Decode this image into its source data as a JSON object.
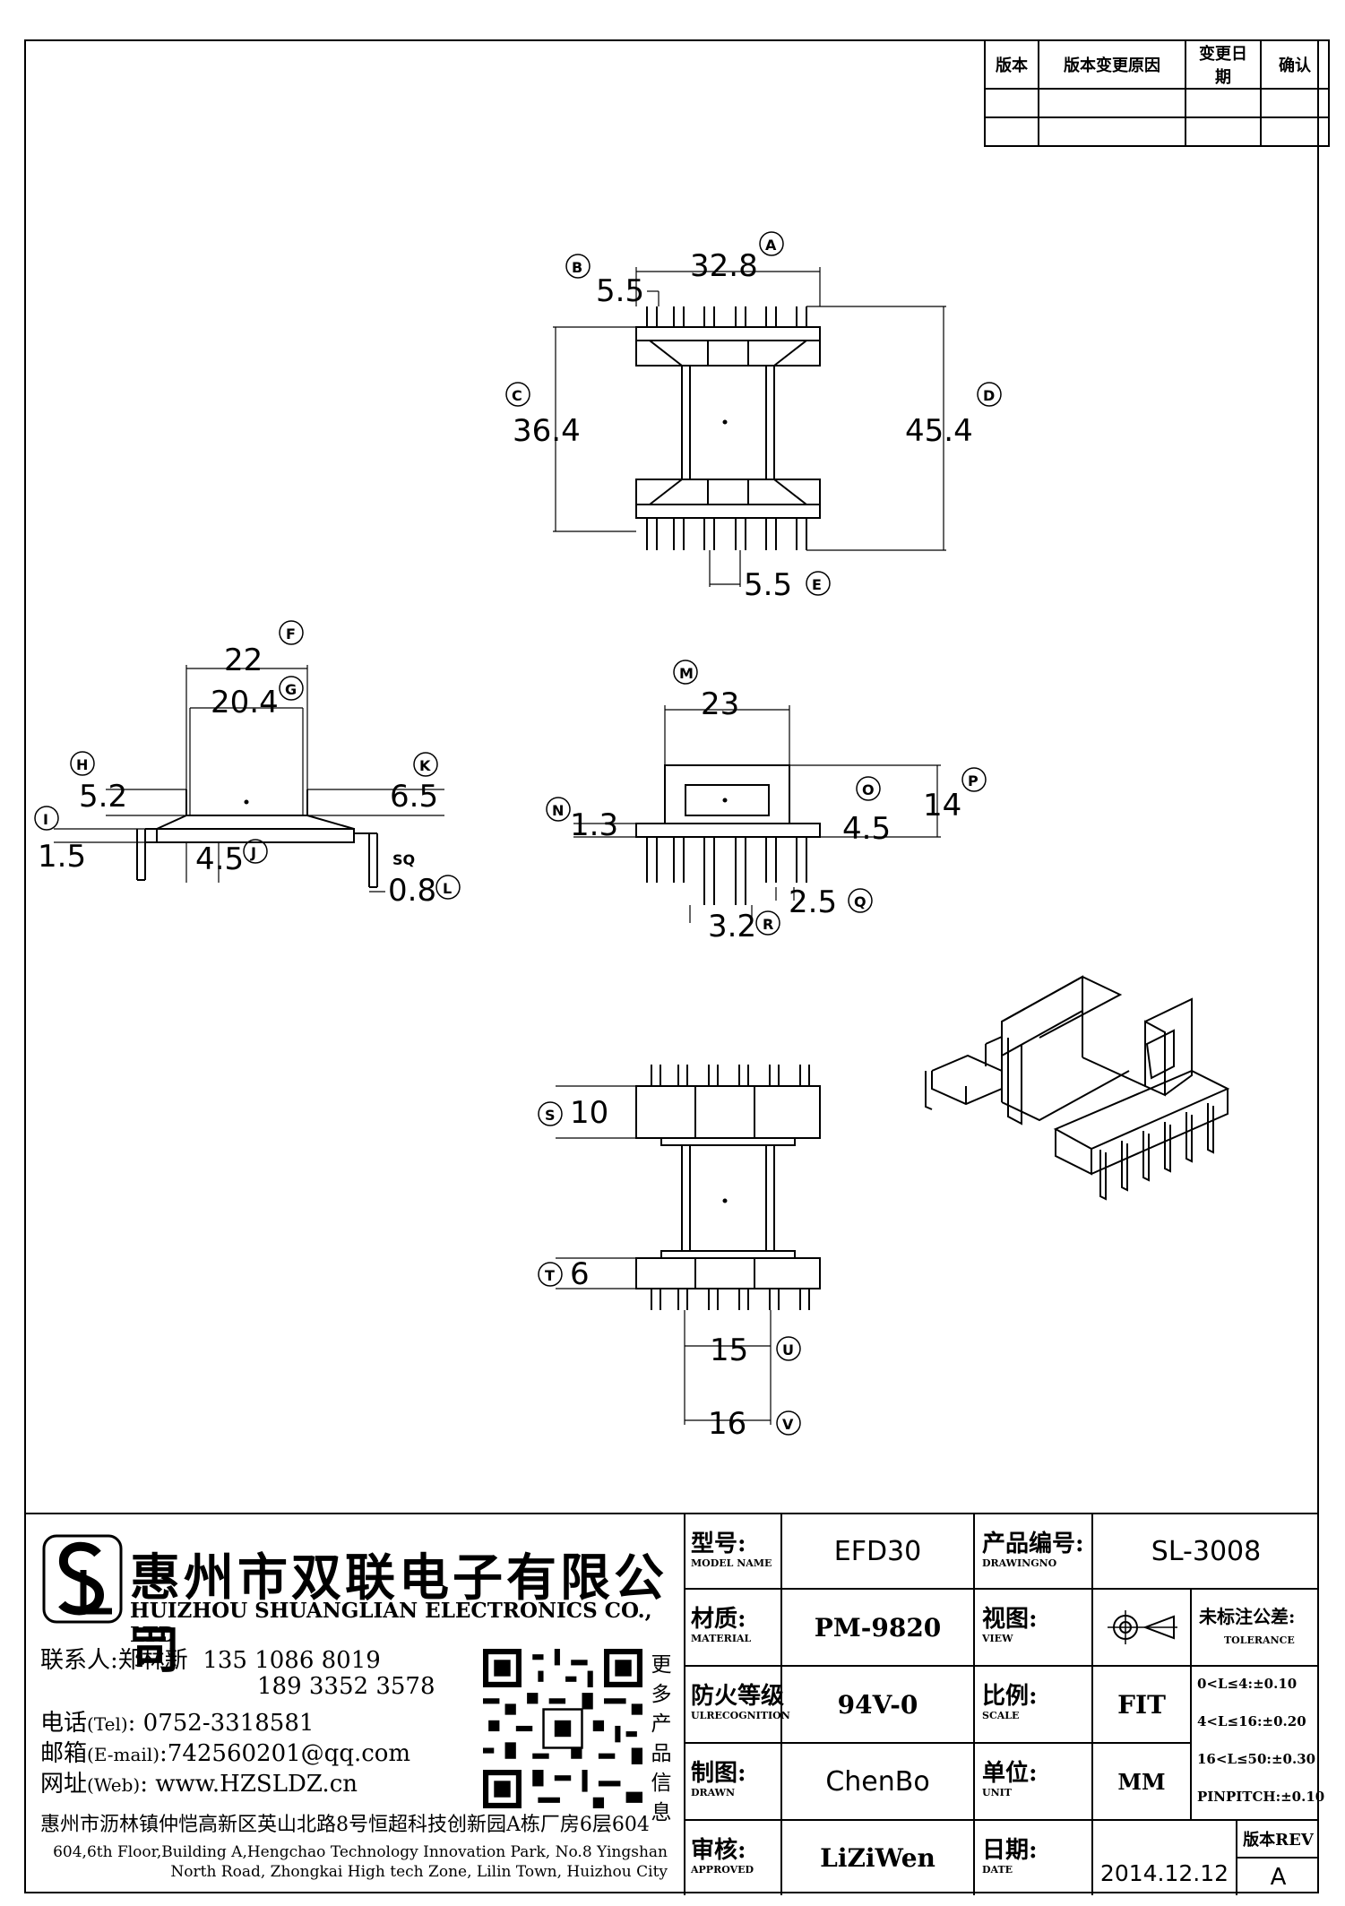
{
  "revision_table": {
    "headers": [
      "版本",
      "版本变更原因",
      "变更日期",
      "确认"
    ]
  },
  "dimensions": {
    "top_view": {
      "A_label": "A",
      "A": "32.8",
      "B_label": "B",
      "B": "5.5",
      "C_label": "C",
      "C": "36.4",
      "D_label": "D",
      "D": "45.4",
      "E_label": "E",
      "E": "5.5"
    },
    "side_view": {
      "F_label": "F",
      "F": "22",
      "G_label": "G",
      "G": "20.4",
      "H_label": "H",
      "H": "5.2",
      "K_label": "K",
      "K": "6.5",
      "I_label": "I",
      "I": "1.5",
      "J_label": "J",
      "J": "4.5",
      "L_label": "L",
      "L": "0.8",
      "sq": "SQ"
    },
    "front_view": {
      "M_label": "M",
      "M": "23",
      "N_label": "N",
      "N": "1.3",
      "O_label": "O",
      "O": "4.5",
      "P_label": "P",
      "P": "14",
      "Q_label": "Q",
      "Q": "2.5",
      "R_label": "R",
      "R": "3.2"
    },
    "bottom_view": {
      "S_label": "S",
      "S": "10",
      "T_label": "T",
      "T": "6",
      "U_label": "U",
      "U": "15",
      "V_label": "V",
      "V": "16"
    }
  },
  "company": {
    "name_cn": "惠州市双联电子有限公司",
    "name_en": "HUIZHOU SHUANGLIAN ELECTRONICS CO., LTD",
    "contact_label": "联系人:",
    "contact_person": "郑林新",
    "phone1": "135 1086 8019",
    "phone2": "189 3352 3578",
    "tel_label": "电话",
    "tel_sub": "(Tel)",
    "tel": ": 0752-3318581",
    "email_label": "邮箱",
    "email_sub": "(E-mail)",
    "email": ":742560201@qq.com",
    "web_label": "网址",
    "web_sub": "(Web)",
    "web": ": www.HZSLDZ.cn",
    "more": [
      "更",
      "多",
      "产",
      "品",
      "信",
      "息"
    ],
    "address_cn": "惠州市沥林镇仲恺高新区英山北路8号恒超科技创新园A栋厂房6层604",
    "address_en": "604,6th Floor,Building A,Hengchao Technology Innovation Park, No.8 Yingshan North Road, Zhongkai High tech Zone, Lilin Town, Huizhou City"
  },
  "title_block": {
    "model": {
      "cn": "型号:",
      "en": "MODEL NAME",
      "value": "EFD30"
    },
    "drawing_no": {
      "cn": "产品编号:",
      "en": "DRAWINGNO",
      "value": "SL-3008"
    },
    "material": {
      "cn": "材质:",
      "en": "MATERIAL",
      "value": "PM-9820"
    },
    "view": {
      "cn": "视图:",
      "en": "VIEW"
    },
    "tolerance": {
      "cn": "未标注公差:",
      "en": "TOLERANCE",
      "lines": [
        "0<L≤4:±0.10",
        "4<L≤16:±0.20",
        "16<L≤50:±0.30",
        "PINPITCH:±0.10"
      ]
    },
    "fire": {
      "cn": "防火等级",
      "en": "ULRECOGNITION",
      "value": "94V-0"
    },
    "scale": {
      "cn": "比例:",
      "en": "SCALE",
      "value": "FIT"
    },
    "drawn": {
      "cn": "制图:",
      "en": "DRAWN",
      "value": "ChenBo"
    },
    "unit": {
      "cn": "单位:",
      "en": "UNIT",
      "value": "MM"
    },
    "approved": {
      "cn": "审核:",
      "en": "APPROVED",
      "value": "LiZiWen"
    },
    "date": {
      "cn": "日期:",
      "en": "DATE",
      "value": "2014.12.12"
    },
    "rev": {
      "label": "版本REV",
      "value": "A"
    }
  }
}
